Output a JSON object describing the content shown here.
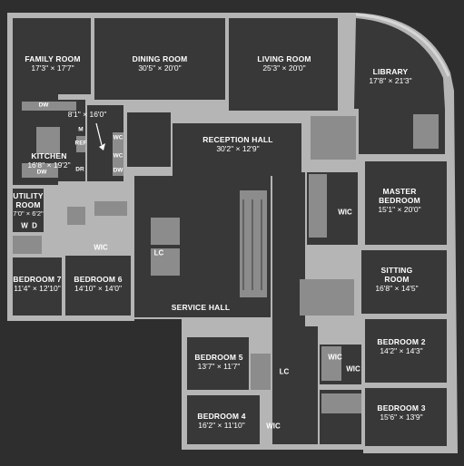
{
  "rooms": {
    "family_room": {
      "name": "FAMILY ROOM",
      "dims": "17'3\" × 17'7\""
    },
    "dining_room": {
      "name": "DINING ROOM",
      "dims": "30'5\" × 20'0\""
    },
    "living_room": {
      "name": "LIVING ROOM",
      "dims": "25'3\" × 20'0\""
    },
    "library": {
      "name": "LIBRARY",
      "dims": "17'8\" × 21'3\""
    },
    "kitchen": {
      "name": "KITCHEN",
      "dims": "16'8\" × 19'2\""
    },
    "pantry": {
      "dims": "8'1\" × 16'0\""
    },
    "reception_hall": {
      "name": "RECEPTION HALL",
      "dims": "30'2\" × 12'9\""
    },
    "master_bedroom": {
      "name": "MASTER BEDROOM",
      "dims": "15'1\" × 20'0\""
    },
    "utility_room": {
      "name": "UTILITY ROOM",
      "dims": "7'0\" × 6'2\""
    },
    "bedroom_7": {
      "name": "BEDROOM 7",
      "dims": "11'4\" × 12'10\""
    },
    "bedroom_6": {
      "name": "BEDROOM 6",
      "dims": "14'10\" × 14'0\""
    },
    "sitting_room": {
      "name": "SITTING ROOM",
      "dims": "16'8\" × 14'5\""
    },
    "service_hall": {
      "name": "SERVICE HALL"
    },
    "bedroom_5": {
      "name": "BEDROOM 5",
      "dims": "13'7\" × 11'7\""
    },
    "bedroom_2": {
      "name": "BEDROOM 2",
      "dims": "14'2\" × 14'3\""
    },
    "bedroom_4": {
      "name": "BEDROOM 4",
      "dims": "16'2\" × 11'10\""
    },
    "bedroom_3": {
      "name": "BEDROOM 3",
      "dims": "15'6\" × 13'9\""
    }
  },
  "tags": {
    "dw": "DW",
    "ref": "REF",
    "mw": "M",
    "wc": "WC",
    "dr": "DR",
    "w": "W",
    "d": "D",
    "wic": "WIC",
    "lc": "LC"
  },
  "colors": {
    "background": "#2e2e2e",
    "wall": "#b5b5b5",
    "room": "#383838",
    "fixture": "#8c8c8c",
    "label": "#ffffff"
  }
}
